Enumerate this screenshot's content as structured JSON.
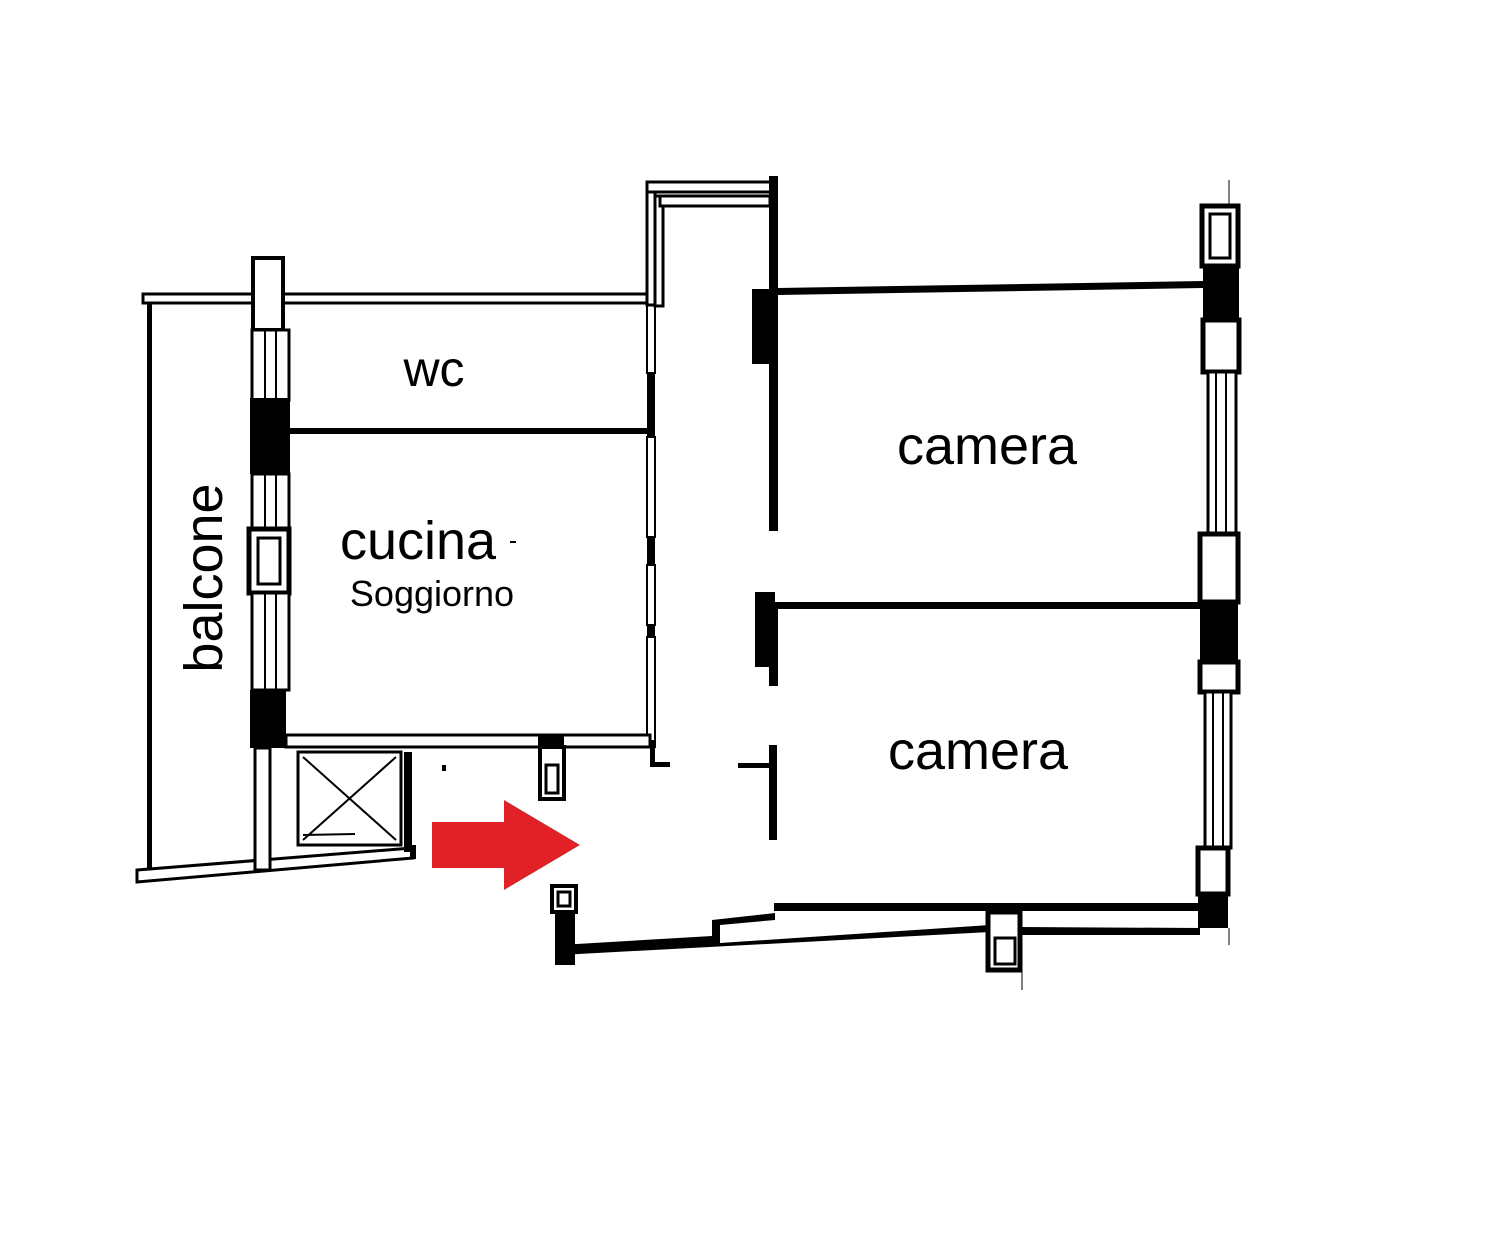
{
  "floorplan": {
    "rooms": {
      "wc": "wc",
      "cucina": "cucina",
      "soggiorno": "Soggiorno",
      "balcone": "balcone",
      "camera_top": "camera",
      "camera_bottom": "camera"
    },
    "colors": {
      "wall": "#000000",
      "background": "#ffffff",
      "entrance_arrow": "#e12126"
    },
    "icons": {
      "entrance": "red-arrow-right-icon",
      "shaft": "x-crossed-box-icon"
    }
  }
}
